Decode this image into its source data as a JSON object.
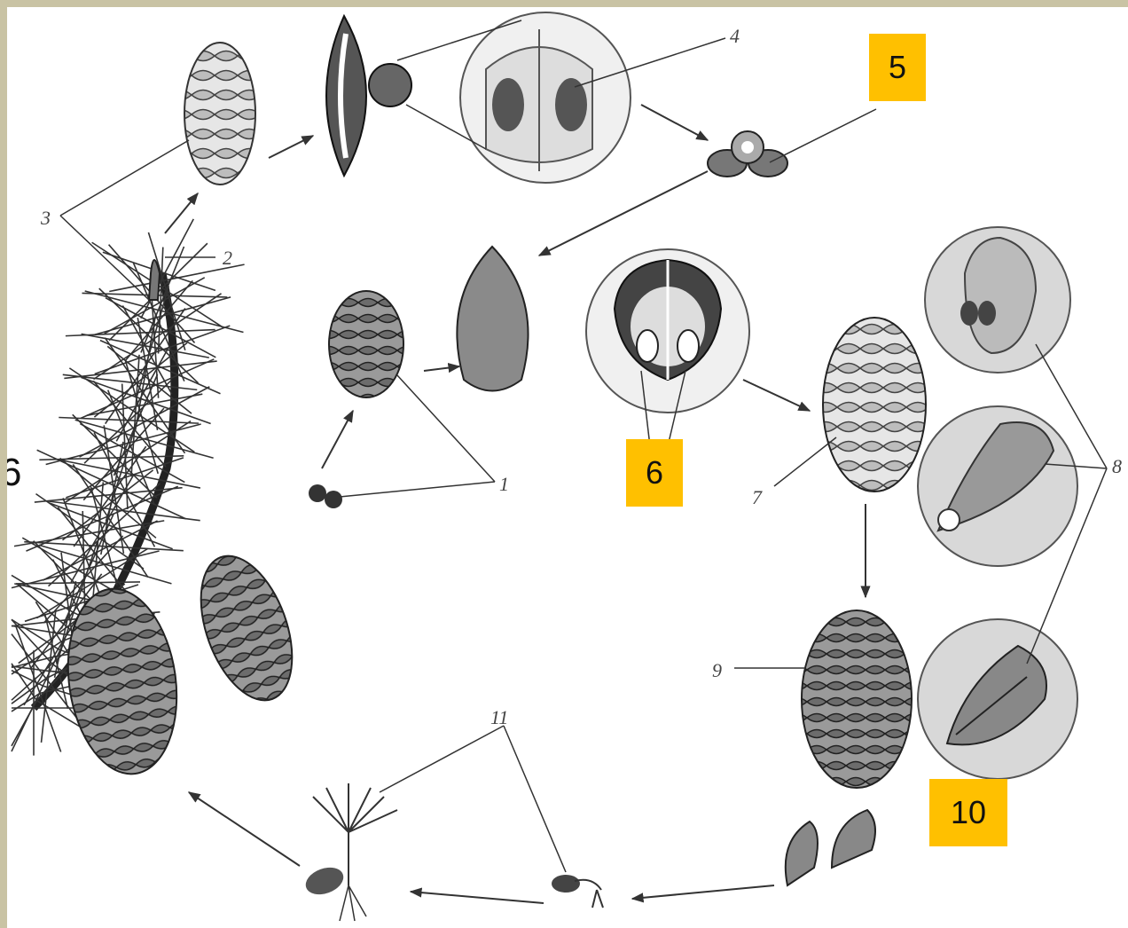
{
  "diagram": {
    "labels": [
      "1",
      "2",
      "3",
      "4",
      "5",
      "6",
      "7",
      "8",
      "9",
      "11"
    ]
  },
  "badges": [
    "5",
    "6",
    "10"
  ],
  "stray_label": "6"
}
